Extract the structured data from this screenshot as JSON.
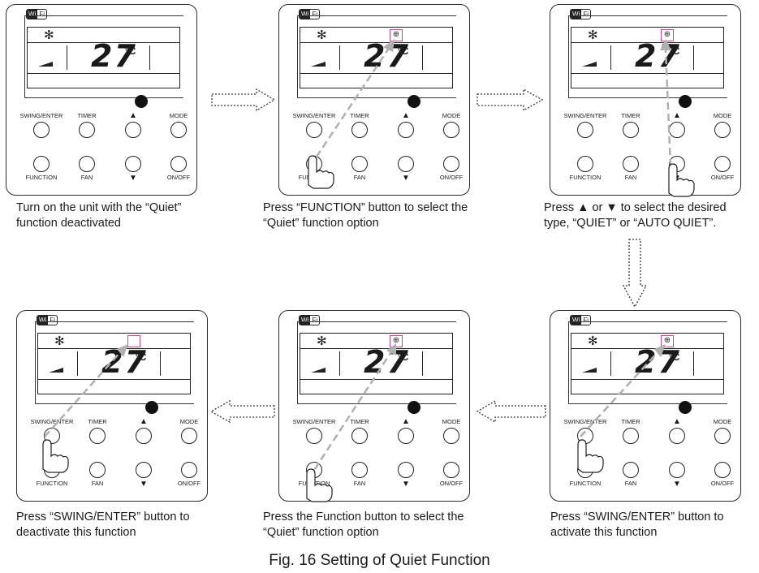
{
  "remote": {
    "wifi_wi": "Wi",
    "wifi_fi": "Fi",
    "temperature": "27",
    "temp_unit": "°C",
    "buttons_top": [
      "SWING/ENTER",
      "TIMER",
      "",
      "MODE"
    ],
    "buttons_bottom": [
      "FUNCTION",
      "FAN",
      "",
      "ON/OFF"
    ],
    "up_arrow": "▲",
    "down_arrow": "▼",
    "snow_glyph": "✻",
    "quiet_glyph": "⊕"
  },
  "steps": [
    {
      "caption_line1": "Turn on the unit with the “Quiet”",
      "caption_line2": "function deactivated"
    },
    {
      "caption_line1": "Press “FUNCTION” button to select the",
      "caption_line2": "“Quiet” function option"
    },
    {
      "caption_line1": "Press ▲ or ▼ to select the desired",
      "caption_line2": "type, “QUIET” or “AUTO QUIET”."
    },
    {
      "caption_line1": "Press “SWING/ENTER” button to",
      "caption_line2": "deactivate this function"
    },
    {
      "caption_line1": "Press the Function button to select the",
      "caption_line2": "“Quiet” function option"
    },
    {
      "caption_line1": "Press “SWING/ENTER” button to",
      "caption_line2": "activate this function"
    }
  ],
  "figure_caption": "Fig. 16 Setting of Quiet Function",
  "colors": {
    "highlight": "#d2448f",
    "pointer_line": "#b0b0b0"
  }
}
